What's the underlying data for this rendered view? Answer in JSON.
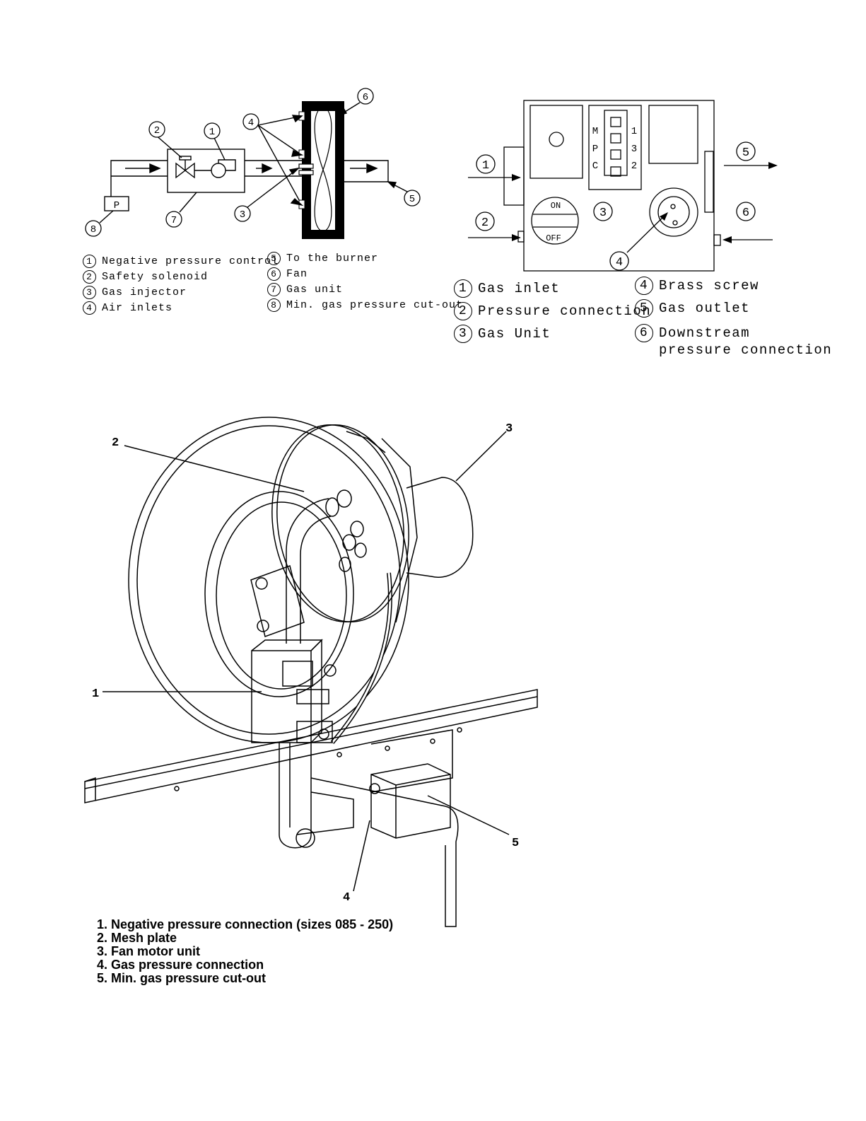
{
  "diagram1": {
    "box_label": "P",
    "callouts": [
      "1",
      "2",
      "3",
      "4",
      "5",
      "6",
      "7",
      "8"
    ],
    "legend_left": [
      {
        "num": "1",
        "text": "Negative pressure control"
      },
      {
        "num": "2",
        "text": "Safety solenoid"
      },
      {
        "num": "3",
        "text": "Gas injector"
      },
      {
        "num": "4",
        "text": "Air inlets"
      }
    ],
    "legend_right": [
      {
        "num": "5",
        "text": "To the burner"
      },
      {
        "num": "6",
        "text": "Fan"
      },
      {
        "num": "7",
        "text": "Gas unit"
      },
      {
        "num": "8",
        "text": "Min. gas pressure cut-out"
      }
    ]
  },
  "diagram2": {
    "letters": [
      "M",
      "P",
      "C"
    ],
    "numbers": [
      "1",
      "3",
      "2"
    ],
    "switch_on": "ON",
    "switch_off": "OFF",
    "callouts": [
      "1",
      "2",
      "3",
      "4",
      "5",
      "6"
    ],
    "legend_left": [
      {
        "num": "1",
        "text": "Gas inlet"
      },
      {
        "num": "2",
        "text": "Pressure connection"
      },
      {
        "num": "3",
        "text": "Gas Unit"
      }
    ],
    "legend_right": [
      {
        "num": "4",
        "text": "Brass screw"
      },
      {
        "num": "5",
        "text": "Gas outlet"
      },
      {
        "num": "6",
        "text": "Downstream",
        "text2": "pressure connection"
      }
    ]
  },
  "figure3": {
    "callouts": [
      "1",
      "2",
      "3",
      "4",
      "5"
    ],
    "legend": [
      "1. Negative pressure connection (sizes 085 - 250)",
      "2. Mesh plate",
      "3. Fan motor unit",
      "4. Gas pressure connection",
      "5. Min. gas pressure cut-out"
    ]
  }
}
